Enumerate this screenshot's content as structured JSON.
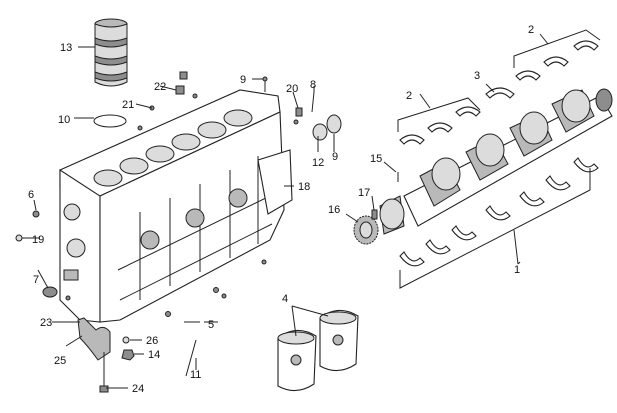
{
  "callouts": {
    "c1": "1",
    "c2a": "2",
    "c2b": "2",
    "c3": "3",
    "c4": "4",
    "c5": "5",
    "c6": "6",
    "c7": "7",
    "c8": "8",
    "c9a": "9",
    "c9b": "9",
    "c10": "10",
    "c11": "11",
    "c12": "12",
    "c13": "13",
    "c14": "14",
    "c15": "15",
    "c16": "16",
    "c17": "17",
    "c18": "18",
    "c19": "19",
    "c20": "20",
    "c21": "21",
    "c22": "22",
    "c23": "23",
    "c24": "24",
    "c25": "25",
    "c26": "26"
  }
}
